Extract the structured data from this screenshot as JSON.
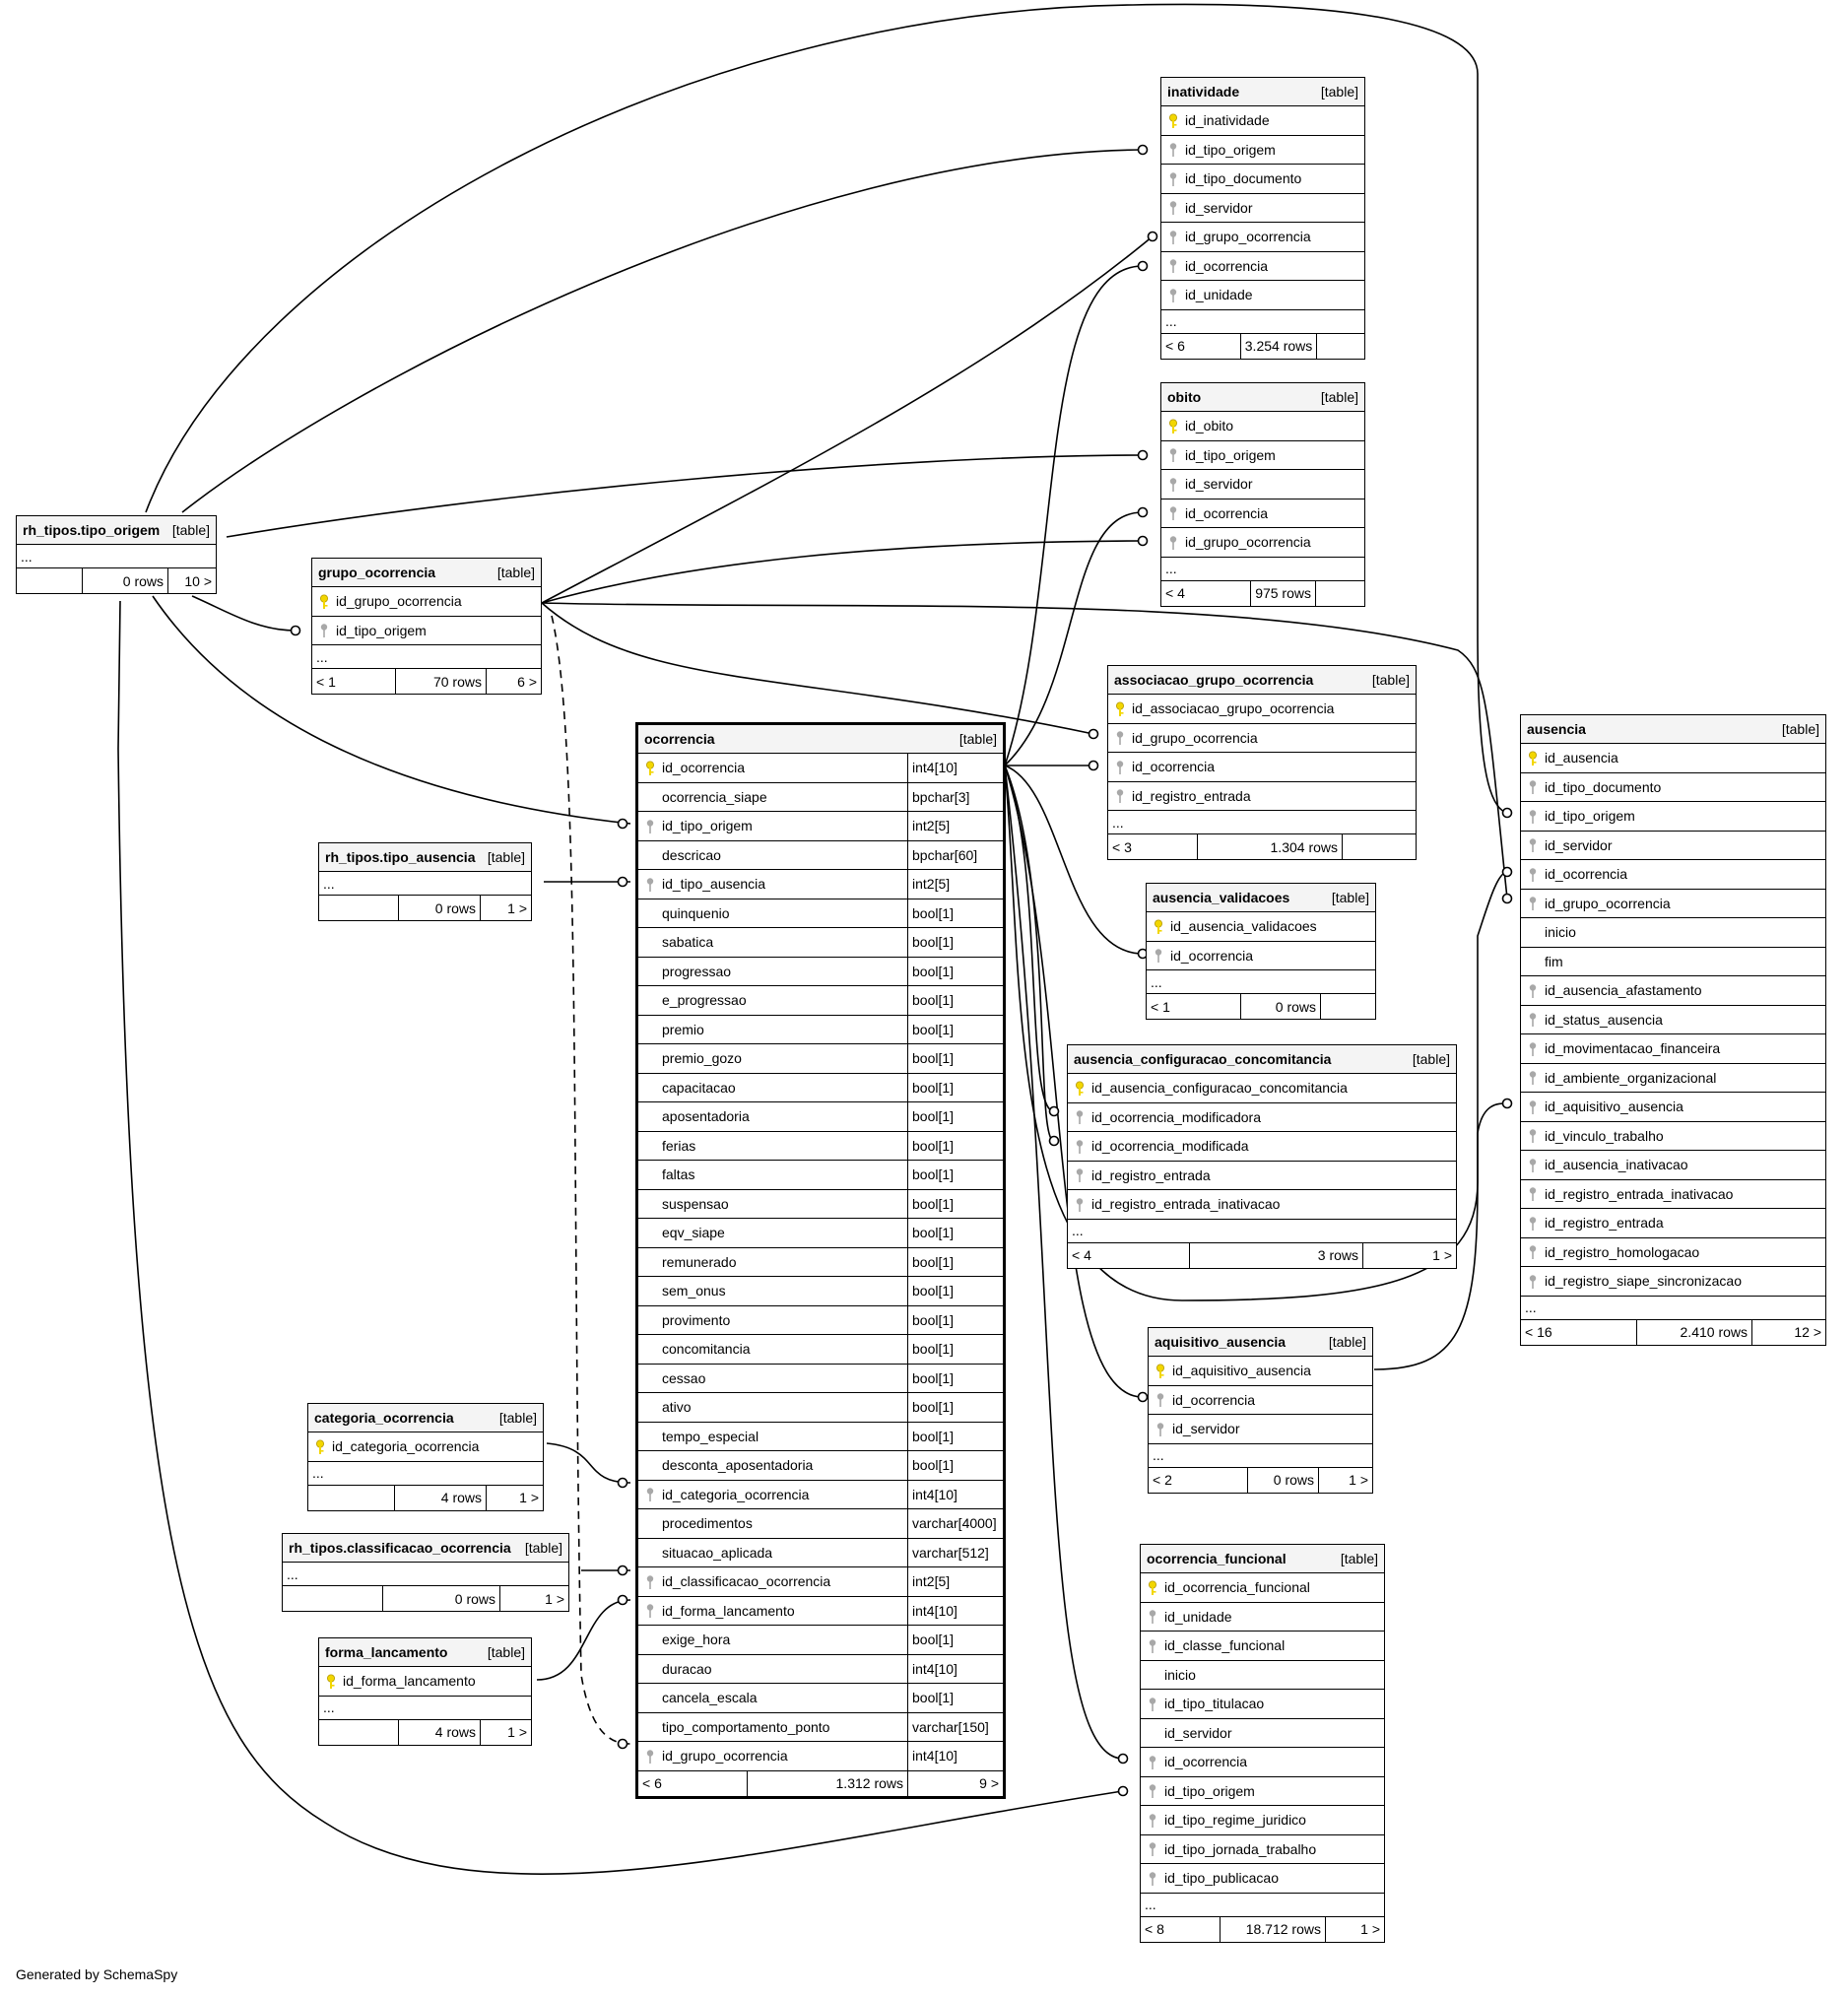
{
  "footer": "Generated by SchemaSpy",
  "key_colors": {
    "primary": "#f2d600",
    "foreign": "#a8a8a8"
  },
  "tables": [
    {
      "id": "inatividade",
      "name": "inatividade",
      "tag": "[table]",
      "rows": [
        {
          "icon": "pk",
          "col": "id_inatividade"
        },
        {
          "icon": "fk",
          "col": "id_tipo_origem"
        },
        {
          "icon": "fk",
          "col": "id_tipo_documento"
        },
        {
          "icon": "fk",
          "col": "id_servidor"
        },
        {
          "icon": "fk",
          "col": "id_grupo_ocorrencia"
        },
        {
          "icon": "fk",
          "col": "id_ocorrencia"
        },
        {
          "icon": "fk",
          "col": "id_unidade"
        }
      ],
      "more": "...",
      "footer": [
        "< 6",
        "3.254 rows",
        ""
      ]
    },
    {
      "id": "obito",
      "name": "obito",
      "tag": "[table]",
      "rows": [
        {
          "icon": "pk",
          "col": "id_obito"
        },
        {
          "icon": "fk",
          "col": "id_tipo_origem"
        },
        {
          "icon": "fk",
          "col": "id_servidor"
        },
        {
          "icon": "fk",
          "col": "id_ocorrencia"
        },
        {
          "icon": "fk",
          "col": "id_grupo_ocorrencia"
        }
      ],
      "more": "...",
      "footer": [
        "< 4",
        "975 rows",
        ""
      ]
    },
    {
      "id": "tipo_origem",
      "name": "rh_tipos.tipo_origem",
      "tag": "[table]",
      "rows": [],
      "more": "...",
      "footer": [
        "",
        "0 rows",
        "10 >"
      ]
    },
    {
      "id": "grupo_ocorrencia",
      "name": "grupo_ocorrencia",
      "tag": "[table]",
      "rows": [
        {
          "icon": "pk",
          "col": "id_grupo_ocorrencia"
        },
        {
          "icon": "fk",
          "col": "id_tipo_origem"
        }
      ],
      "more": "...",
      "footer": [
        "< 1",
        "70 rows",
        "6 >"
      ]
    },
    {
      "id": "associacao",
      "name": "associacao_grupo_ocorrencia",
      "tag": "[table]",
      "rows": [
        {
          "icon": "pk",
          "col": "id_associacao_grupo_ocorrencia"
        },
        {
          "icon": "fk",
          "col": "id_grupo_ocorrencia"
        },
        {
          "icon": "fk",
          "col": "id_ocorrencia"
        },
        {
          "icon": "fk",
          "col": "id_registro_entrada"
        }
      ],
      "more": "...",
      "footer": [
        "< 3",
        "1.304 rows",
        ""
      ]
    },
    {
      "id": "ausencia",
      "name": "ausencia",
      "tag": "[table]",
      "rows": [
        {
          "icon": "pk",
          "col": "id_ausencia"
        },
        {
          "icon": "fk",
          "col": "id_tipo_documento"
        },
        {
          "icon": "fk",
          "col": "id_tipo_origem"
        },
        {
          "icon": "fk",
          "col": "id_servidor"
        },
        {
          "icon": "fk",
          "col": "id_ocorrencia"
        },
        {
          "icon": "fk",
          "col": "id_grupo_ocorrencia"
        },
        {
          "icon": "",
          "col": "inicio"
        },
        {
          "icon": "",
          "col": "fim"
        },
        {
          "icon": "fk",
          "col": "id_ausencia_afastamento"
        },
        {
          "icon": "fk",
          "col": "id_status_ausencia"
        },
        {
          "icon": "fk",
          "col": "id_movimentacao_financeira"
        },
        {
          "icon": "fk",
          "col": "id_ambiente_organizacional"
        },
        {
          "icon": "fk",
          "col": "id_aquisitivo_ausencia"
        },
        {
          "icon": "fk",
          "col": "id_vinculo_trabalho"
        },
        {
          "icon": "fk",
          "col": "id_ausencia_inativacao"
        },
        {
          "icon": "fk",
          "col": "id_registro_entrada_inativacao"
        },
        {
          "icon": "fk",
          "col": "id_registro_entrada"
        },
        {
          "icon": "fk",
          "col": "id_registro_homologacao"
        },
        {
          "icon": "fk",
          "col": "id_registro_siape_sincronizacao"
        }
      ],
      "more": "...",
      "footer": [
        "< 16",
        "2.410 rows",
        "12 >"
      ]
    },
    {
      "id": "tipo_ausencia",
      "name": "rh_tipos.tipo_ausencia",
      "tag": "[table]",
      "rows": [],
      "more": "...",
      "footer": [
        "",
        "0 rows",
        "1 >"
      ]
    },
    {
      "id": "ausencia_validacoes",
      "name": "ausencia_validacoes",
      "tag": "[table]",
      "rows": [
        {
          "icon": "pk",
          "col": "id_ausencia_validacoes"
        },
        {
          "icon": "fk",
          "col": "id_ocorrencia"
        }
      ],
      "more": "...",
      "footer": [
        "< 1",
        "0 rows",
        ""
      ]
    },
    {
      "id": "concomitancia",
      "name": "ausencia_configuracao_concomitancia",
      "tag": "[table]",
      "rows": [
        {
          "icon": "pk",
          "col": "id_ausencia_configuracao_concomitancia"
        },
        {
          "icon": "fk",
          "col": "id_ocorrencia_modificadora"
        },
        {
          "icon": "fk",
          "col": "id_ocorrencia_modificada"
        },
        {
          "icon": "fk",
          "col": "id_registro_entrada"
        },
        {
          "icon": "fk",
          "col": "id_registro_entrada_inativacao"
        }
      ],
      "more": "...",
      "footer": [
        "< 4",
        "3 rows",
        "1 >"
      ]
    },
    {
      "id": "aquisitivo",
      "name": "aquisitivo_ausencia",
      "tag": "[table]",
      "rows": [
        {
          "icon": "pk",
          "col": "id_aquisitivo_ausencia"
        },
        {
          "icon": "fk",
          "col": "id_ocorrencia"
        },
        {
          "icon": "fk",
          "col": "id_servidor"
        }
      ],
      "more": "...",
      "footer": [
        "< 2",
        "0 rows",
        "1 >"
      ]
    },
    {
      "id": "categoria",
      "name": "categoria_ocorrencia",
      "tag": "[table]",
      "rows": [
        {
          "icon": "pk",
          "col": "id_categoria_ocorrencia"
        }
      ],
      "more": "...",
      "footer": [
        "",
        "4 rows",
        "1 >"
      ]
    },
    {
      "id": "classificacao",
      "name": "rh_tipos.classificacao_ocorrencia",
      "tag": "[table]",
      "rows": [],
      "more": "...",
      "footer": [
        "",
        "0 rows",
        "1 >"
      ]
    },
    {
      "id": "forma",
      "name": "forma_lancamento",
      "tag": "[table]",
      "rows": [
        {
          "icon": "pk",
          "col": "id_forma_lancamento"
        }
      ],
      "more": "...",
      "footer": [
        "",
        "4 rows",
        "1 >"
      ]
    },
    {
      "id": "ocorrencia_funcional",
      "name": "ocorrencia_funcional",
      "tag": "[table]",
      "rows": [
        {
          "icon": "pk",
          "col": "id_ocorrencia_funcional"
        },
        {
          "icon": "fk",
          "col": "id_unidade"
        },
        {
          "icon": "fk",
          "col": "id_classe_funcional"
        },
        {
          "icon": "",
          "col": "inicio"
        },
        {
          "icon": "fk",
          "col": "id_tipo_titulacao"
        },
        {
          "icon": "",
          "col": "id_servidor"
        },
        {
          "icon": "fk",
          "col": "id_ocorrencia"
        },
        {
          "icon": "fk",
          "col": "id_tipo_origem"
        },
        {
          "icon": "fk",
          "col": "id_tipo_regime_juridico"
        },
        {
          "icon": "fk",
          "col": "id_tipo_jornada_trabalho"
        },
        {
          "icon": "fk",
          "col": "id_tipo_publicacao"
        }
      ],
      "more": "...",
      "footer": [
        "< 8",
        "18.712 rows",
        "1 >"
      ]
    },
    {
      "id": "ocorrencia",
      "name": "ocorrencia",
      "tag": "[table]",
      "focus": true,
      "rows": [
        {
          "icon": "pk",
          "col": "id_ocorrencia",
          "type": "int4[10]"
        },
        {
          "icon": "",
          "col": "ocorrencia_siape",
          "type": "bpchar[3]"
        },
        {
          "icon": "fk",
          "col": "id_tipo_origem",
          "type": "int2[5]"
        },
        {
          "icon": "",
          "col": "descricao",
          "type": "bpchar[60]"
        },
        {
          "icon": "fk",
          "col": "id_tipo_ausencia",
          "type": "int2[5]"
        },
        {
          "icon": "",
          "col": "quinquenio",
          "type": "bool[1]"
        },
        {
          "icon": "",
          "col": "sabatica",
          "type": "bool[1]"
        },
        {
          "icon": "",
          "col": "progressao",
          "type": "bool[1]"
        },
        {
          "icon": "",
          "col": "e_progressao",
          "type": "bool[1]"
        },
        {
          "icon": "",
          "col": "premio",
          "type": "bool[1]"
        },
        {
          "icon": "",
          "col": "premio_gozo",
          "type": "bool[1]"
        },
        {
          "icon": "",
          "col": "capacitacao",
          "type": "bool[1]"
        },
        {
          "icon": "",
          "col": "aposentadoria",
          "type": "bool[1]"
        },
        {
          "icon": "",
          "col": "ferias",
          "type": "bool[1]"
        },
        {
          "icon": "",
          "col": "faltas",
          "type": "bool[1]"
        },
        {
          "icon": "",
          "col": "suspensao",
          "type": "bool[1]"
        },
        {
          "icon": "",
          "col": "eqv_siape",
          "type": "bool[1]"
        },
        {
          "icon": "",
          "col": "remunerado",
          "type": "bool[1]"
        },
        {
          "icon": "",
          "col": "sem_onus",
          "type": "bool[1]"
        },
        {
          "icon": "",
          "col": "provimento",
          "type": "bool[1]"
        },
        {
          "icon": "",
          "col": "concomitancia",
          "type": "bool[1]"
        },
        {
          "icon": "",
          "col": "cessao",
          "type": "bool[1]"
        },
        {
          "icon": "",
          "col": "ativo",
          "type": "bool[1]"
        },
        {
          "icon": "",
          "col": "tempo_especial",
          "type": "bool[1]"
        },
        {
          "icon": "",
          "col": "desconta_aposentadoria",
          "type": "bool[1]"
        },
        {
          "icon": "fk",
          "col": "id_categoria_ocorrencia",
          "type": "int4[10]"
        },
        {
          "icon": "",
          "col": "procedimentos",
          "type": "varchar[4000]"
        },
        {
          "icon": "",
          "col": "situacao_aplicada",
          "type": "varchar[512]"
        },
        {
          "icon": "fk",
          "col": "id_classificacao_ocorrencia",
          "type": "int2[5]"
        },
        {
          "icon": "fk",
          "col": "id_forma_lancamento",
          "type": "int4[10]"
        },
        {
          "icon": "",
          "col": "exige_hora",
          "type": "bool[1]"
        },
        {
          "icon": "",
          "col": "duracao",
          "type": "int4[10]"
        },
        {
          "icon": "",
          "col": "cancela_escala",
          "type": "bool[1]"
        },
        {
          "icon": "",
          "col": "tipo_comportamento_ponto",
          "type": "varchar[150]"
        },
        {
          "icon": "fk",
          "col": "id_grupo_ocorrencia",
          "type": "int4[10]"
        }
      ],
      "more": null,
      "footer": [
        "< 6",
        "1.312 rows",
        "9 >"
      ]
    }
  ]
}
